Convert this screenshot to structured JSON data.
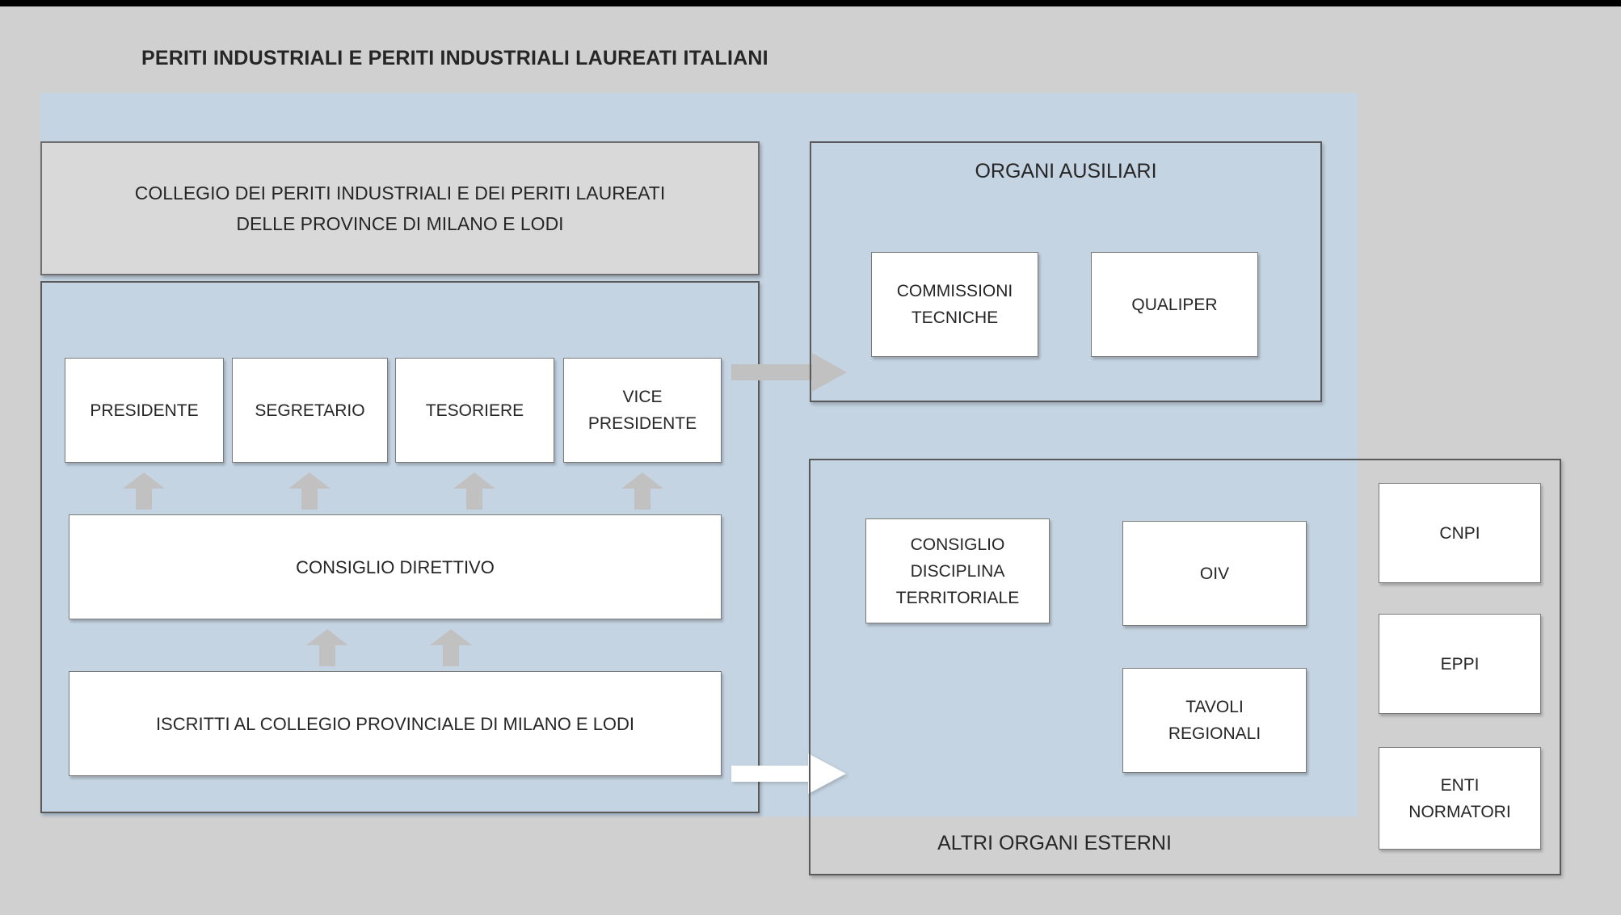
{
  "colors": {
    "page-bg": "#d0d0d0",
    "top-bar": "#000000",
    "panel-blue": "#c5d4e2",
    "collegio-fill": "#d9d9d9",
    "box-fill": "#ffffff",
    "box-border": "#7a7a7a",
    "section-border": "#595959",
    "arrow-gray": "#c1c1c1",
    "arrow-white": "#ffffff",
    "text": "#262626"
  },
  "title": "PERITI INDUSTRIALI E PERITI INDUSTRIALI LAUREATI ITALIANI",
  "collegio": {
    "line1": "COLLEGIO DEI PERITI INDUSTRIALI E DEI PERITI LAUREATI",
    "line2": "DELLE PROVINCE DI MILANO E LODI"
  },
  "board": {
    "roles": [
      "PRESIDENTE",
      "SEGRETARIO",
      "TESORIERE",
      "VICE PRESIDENTE"
    ]
  },
  "consiglio_direttivo": {
    "label": "CONSIGLIO DIRETTIVO"
  },
  "iscritti": {
    "label": "ISCRITTI AL COLLEGIO PROVINCIALE DI MILANO E LODI"
  },
  "organi_ausiliari": {
    "title": "ORGANI AUSILIARI",
    "items": [
      "COMMISSIONI TECNICHE",
      "QUALIPER"
    ]
  },
  "altri_organi_esterni": {
    "title": "ALTRI ORGANI ESTERNI",
    "items": [
      "CONSIGLIO DISCIPLINA TERRITORIALE",
      "OIV",
      "TAVOLI REGIONALI",
      "CNPI",
      "EPPI",
      "ENTI NORMATORI"
    ]
  }
}
